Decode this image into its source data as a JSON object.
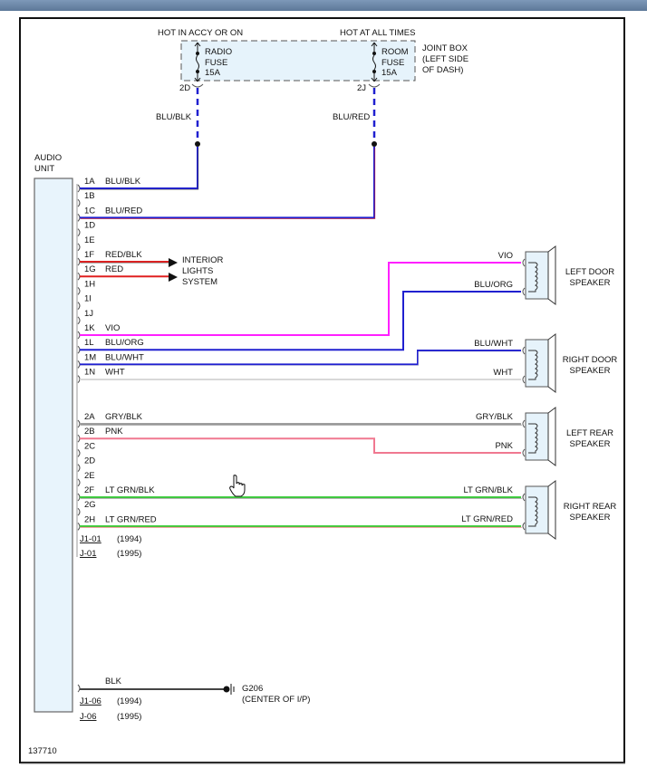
{
  "figure_id": "137710",
  "joint_box": {
    "label_lines": [
      "JOINT BOX",
      "(LEFT SIDE",
      "OF DASH)"
    ],
    "fuses": [
      {
        "header": "HOT IN ACCY OR ON",
        "name_lines": [
          "RADIO",
          "FUSE",
          "15A"
        ],
        "terminal": "2D",
        "wire": "BLU/BLK"
      },
      {
        "header": "HOT AT ALL TIMES",
        "name_lines": [
          "ROOM",
          "FUSE",
          "15A"
        ],
        "terminal": "2J",
        "wire": "BLU/RED"
      }
    ]
  },
  "audio_unit": {
    "label_lines": [
      "AUDIO",
      "UNIT"
    ],
    "pins": [
      {
        "pin": "1A",
        "wire": "BLU/BLK"
      },
      {
        "pin": "1B",
        "wire": ""
      },
      {
        "pin": "1C",
        "wire": "BLU/RED"
      },
      {
        "pin": "1D",
        "wire": ""
      },
      {
        "pin": "1E",
        "wire": ""
      },
      {
        "pin": "1F",
        "wire": "RED/BLK"
      },
      {
        "pin": "1G",
        "wire": "RED"
      },
      {
        "pin": "1H",
        "wire": ""
      },
      {
        "pin": "1I",
        "wire": ""
      },
      {
        "pin": "1J",
        "wire": ""
      },
      {
        "pin": "1K",
        "wire": "VIO"
      },
      {
        "pin": "1L",
        "wire": "BLU/ORG"
      },
      {
        "pin": "1M",
        "wire": "BLU/WHT"
      },
      {
        "pin": "1N",
        "wire": "WHT"
      },
      {
        "pin": "2A",
        "wire": "GRY/BLK"
      },
      {
        "pin": "2B",
        "wire": "PNK"
      },
      {
        "pin": "2C",
        "wire": ""
      },
      {
        "pin": "2D",
        "wire": ""
      },
      {
        "pin": "2E",
        "wire": ""
      },
      {
        "pin": "2F",
        "wire": "LT GRN/BLK"
      },
      {
        "pin": "2G",
        "wire": ""
      },
      {
        "pin": "2H",
        "wire": "LT GRN/RED"
      }
    ],
    "connectors_main": [
      {
        "id": "J1-01",
        "year": "(1994)"
      },
      {
        "id": "J-01",
        "year": "(1995)"
      }
    ],
    "ground_wire": "BLK",
    "connectors_ground": [
      {
        "id": "J1-06",
        "year": "(1994)"
      },
      {
        "id": "J-06",
        "year": "(1995)"
      }
    ]
  },
  "interior_lights": {
    "label_lines": [
      "INTERIOR",
      "LIGHTS",
      "SYSTEM"
    ]
  },
  "ground": {
    "label_lines": [
      "G206",
      "(CENTER OF I/P)"
    ]
  },
  "speakers": [
    {
      "name_lines": [
        "LEFT DOOR",
        "SPEAKER"
      ],
      "wires": [
        "VIO",
        "BLU/ORG"
      ]
    },
    {
      "name_lines": [
        "RIGHT DOOR",
        "SPEAKER"
      ],
      "wires": [
        "BLU/WHT",
        "WHT"
      ]
    },
    {
      "name_lines": [
        "LEFT REAR",
        "SPEAKER"
      ],
      "wires": [
        "GRY/BLK",
        "PNK"
      ]
    },
    {
      "name_lines": [
        "RIGHT REAR",
        "SPEAKER"
      ],
      "wires": [
        "LT GRN/BLK",
        "LT GRN/RED"
      ]
    }
  ],
  "wire_colors": {
    "BLU": "#2020d0",
    "RED": "#e02020",
    "VIO": "#ff20ff",
    "WHT": "#d8d8d8",
    "GRY": "#a0a0a0",
    "PNK": "#f07890",
    "LT GRN": "#40d040",
    "BLK": "#444444"
  }
}
